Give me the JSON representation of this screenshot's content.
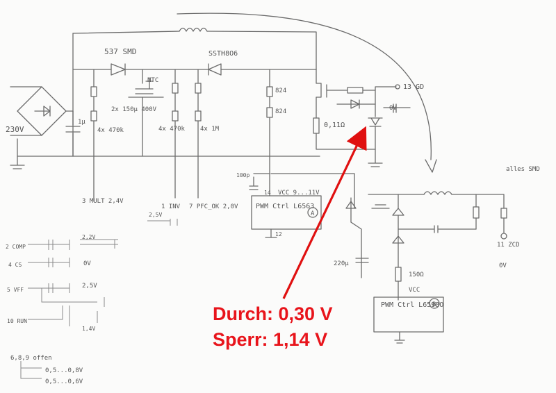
{
  "annotation": {
    "durch": "Durch: 0,30 V",
    "sperr": "Sperr:  1,14 V",
    "color": "#e8141b"
  },
  "labels": [
    "537 SMD",
    "NTC",
    "SSTH8O6",
    "824",
    "824",
    "13 GD",
    "0V",
    "230V",
    "1µ",
    "4x 470k",
    "2x 150µ 400V",
    "4x 470k",
    "4x 1M",
    "0,11Ω",
    "3 MULT 2,4V",
    "1 INV",
    "7 PFC_OK 2,0V",
    "2,5V",
    "VCC 9...11V",
    "14",
    "100p",
    "PWM Ctrl L6563",
    "A",
    "12",
    "alles SMD",
    "220µ",
    "150Ω",
    "VCC",
    "PWM Ctrl L6598O",
    "B",
    "11 ZCD",
    "0V",
    "2 COMP",
    "2,2V",
    "4 CS",
    "0V",
    "5 VFF",
    "2,5V",
    "10 RUN",
    "1,4V",
    "6,8,9 offen",
    "0,5...0,8V",
    "0,5...0,6V"
  ]
}
